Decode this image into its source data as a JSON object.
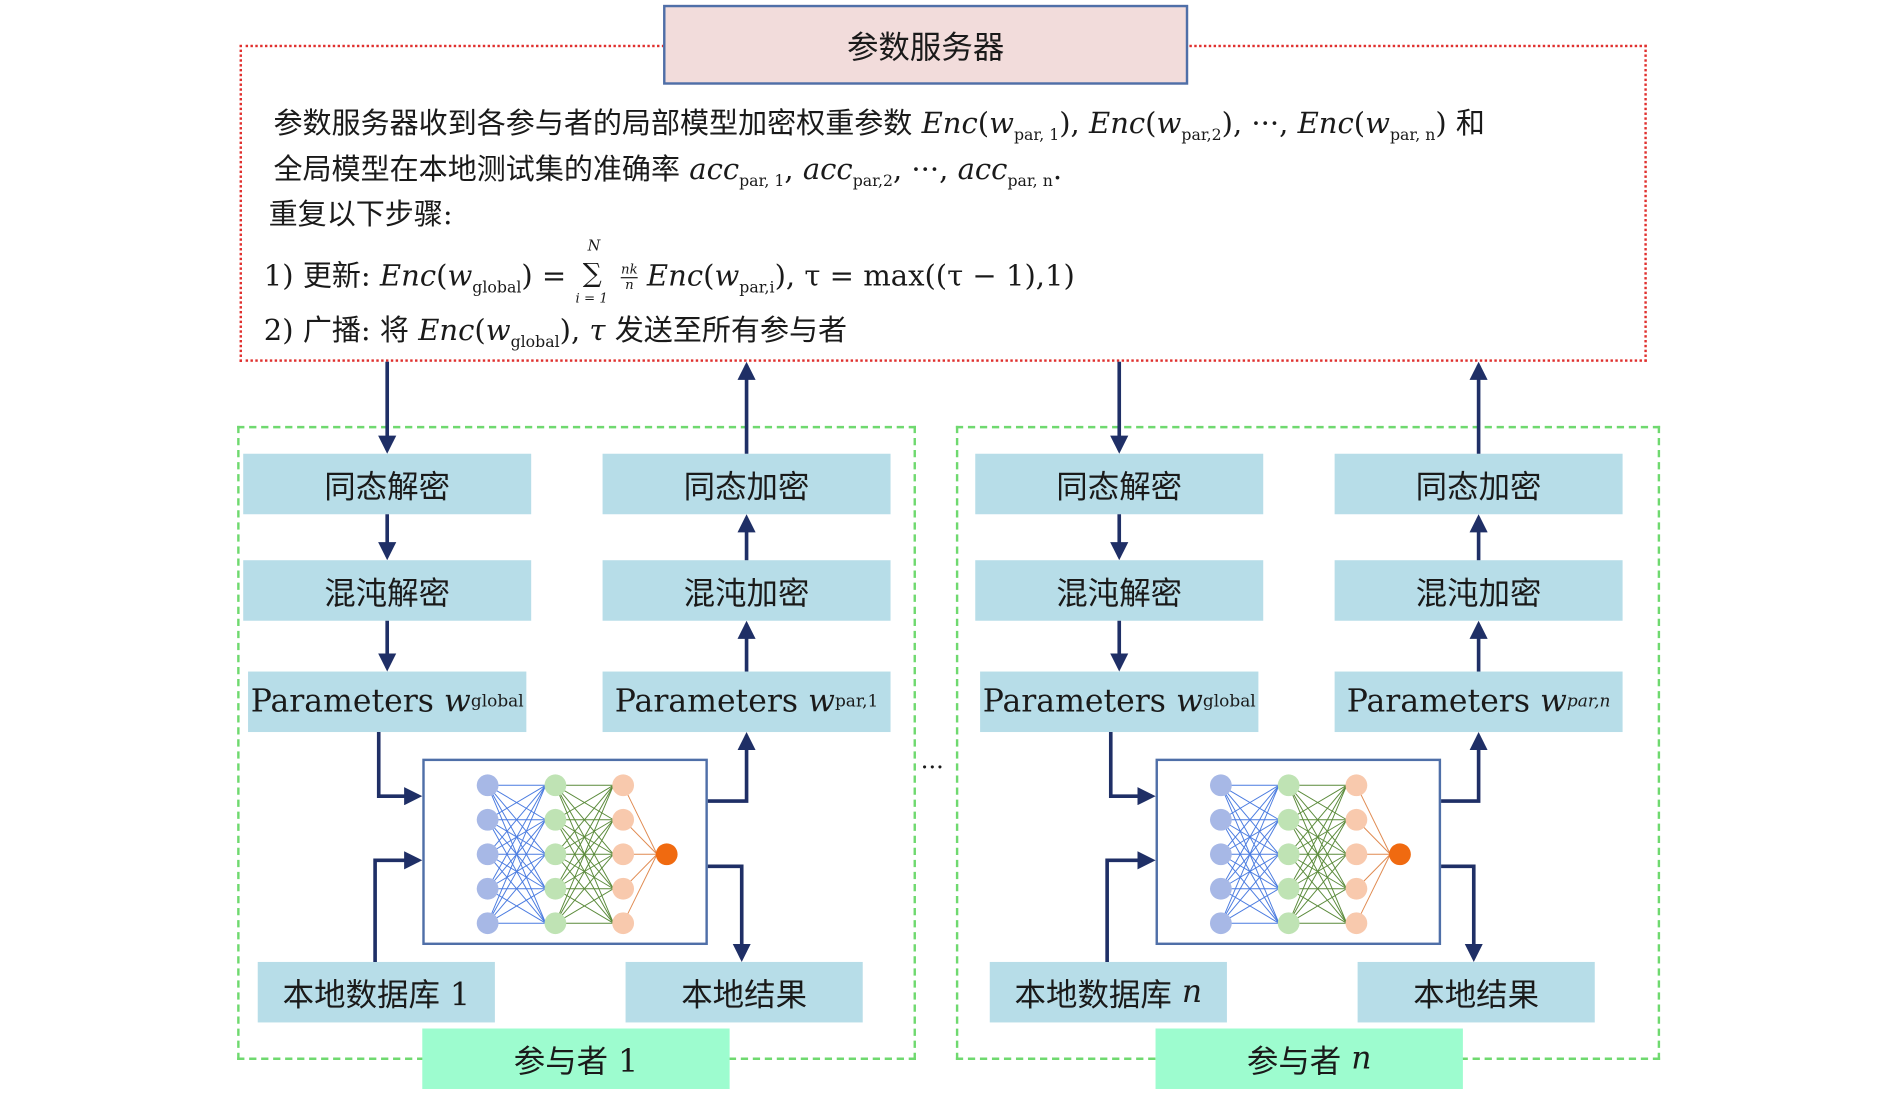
{
  "server": {
    "title": "参数服务器",
    "line1_text": "参数服务器收到各参与者的局部模型加密权重参数",
    "enc": "Enc",
    "w": "w",
    "sub_par_1": "par, 1",
    "sub_par_2": "par,2",
    "sub_par_n": "par, n",
    "sub_global": "global",
    "sub_par_i": "par,i",
    "ellipsis": "···",
    "and": "和",
    "line2_text": "全局模型在本地测试集的准确率",
    "acc": "acc",
    "line3_text": "重复以下步骤:",
    "step1_prefix": "1) 更新:",
    "sum_top": "N",
    "sum_bottom": "i = 1",
    "frac_num": "nk",
    "frac_den": "n",
    "tau_update": "τ = max((τ − 1),1)",
    "step2_prefix": "2) 广播: 将",
    "tau": "τ",
    "step2_suffix": "发送至所有参与者"
  },
  "participants": [
    {
      "homo_decrypt": "同态解密",
      "chaos_decrypt": "混沌解密",
      "params_global": "Parameters",
      "params_local": "Parameters",
      "homo_encrypt": "同态加密",
      "chaos_encrypt": "混沌加密",
      "local_db": "本地数据库 1",
      "local_result": "本地结果",
      "label": "参与者 1",
      "local_sub": "par,1"
    },
    {
      "homo_decrypt": "同态解密",
      "chaos_decrypt": "混沌解密",
      "params_global": "Parameters",
      "params_local": "Parameters",
      "homo_encrypt": "同态加密",
      "chaos_encrypt": "混沌加密",
      "local_db": "本地数据库",
      "local_db_n": "n",
      "local_result": "本地结果",
      "label": "参与者",
      "label_n": "n",
      "local_sub": "par,n"
    }
  ],
  "between": "···",
  "colors": {
    "server_fill": "#f2dcdb",
    "server_border": "#4f6fa8",
    "dotted_red": "#e0302e",
    "dashed_green": "#6fd96f",
    "block_fill": "#b7dde8",
    "label_fill": "#9dfccf",
    "arrow": "#1f2f66",
    "nn_input": "#a7b8e6",
    "nn_hidden1": "#bfe3b4",
    "nn_hidden2": "#f8c9ad",
    "nn_output": "#f06a10"
  }
}
